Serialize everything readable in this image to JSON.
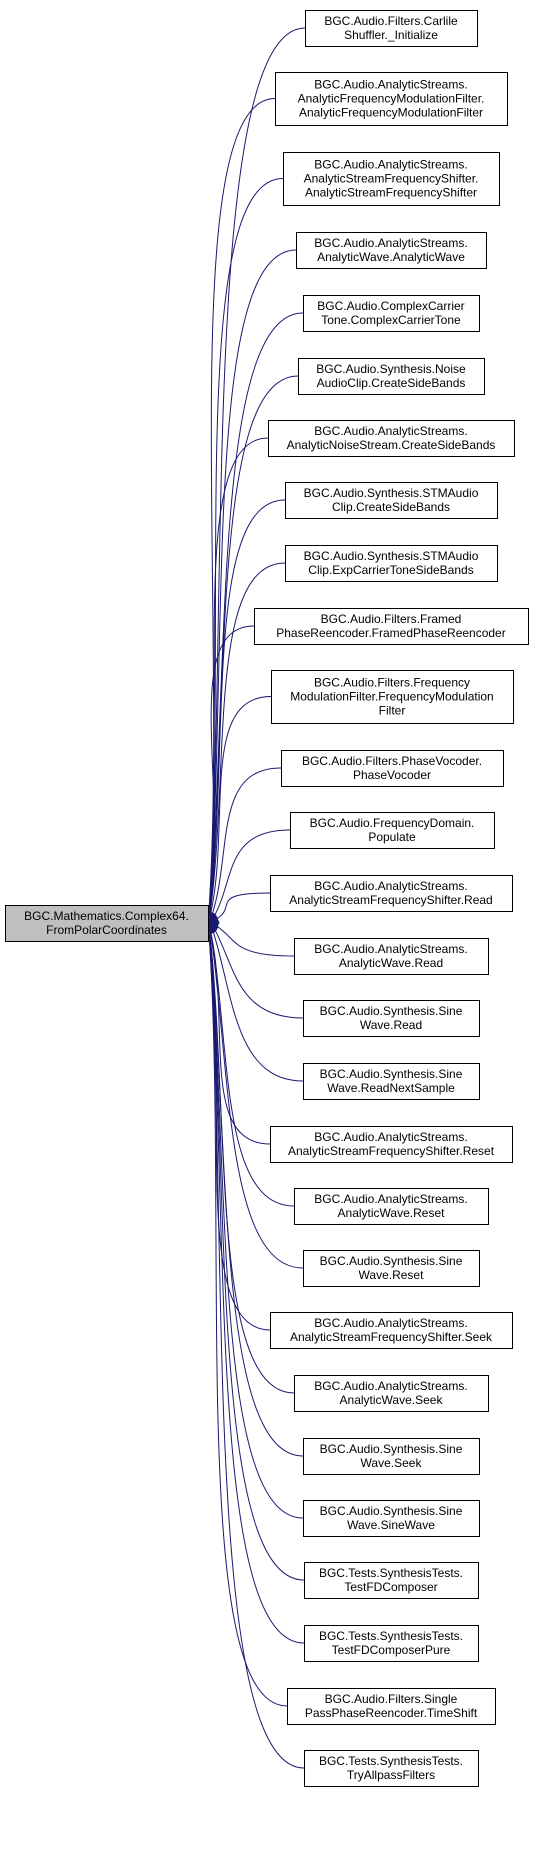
{
  "target": {
    "name": "target-node",
    "lines": [
      "BGC.Mathematics.Complex64.",
      "FromPolarCoordinates"
    ]
  },
  "callers": [
    {
      "name": "caller-carlile-shuffler-initialize",
      "lines": [
        "BGC.Audio.Filters.Carlile",
        "Shuffler._Initialize"
      ]
    },
    {
      "name": "caller-analytic-frequency-modulation-filter",
      "lines": [
        "BGC.Audio.AnalyticStreams.",
        "AnalyticFrequencyModulationFilter.",
        "AnalyticFrequencyModulationFilter"
      ]
    },
    {
      "name": "caller-analytic-stream-frequency-shifter-ctor",
      "lines": [
        "BGC.Audio.AnalyticStreams.",
        "AnalyticStreamFrequencyShifter.",
        "AnalyticStreamFrequencyShifter"
      ]
    },
    {
      "name": "caller-analytic-wave-ctor",
      "lines": [
        "BGC.Audio.AnalyticStreams.",
        "AnalyticWave.AnalyticWave"
      ]
    },
    {
      "name": "caller-complex-carrier-tone",
      "lines": [
        "BGC.Audio.ComplexCarrier",
        "Tone.ComplexCarrierTone"
      ]
    },
    {
      "name": "caller-noise-audioclip-createsidebands",
      "lines": [
        "BGC.Audio.Synthesis.Noise",
        "AudioClip.CreateSideBands"
      ]
    },
    {
      "name": "caller-analytic-noise-stream-createsidebands",
      "lines": [
        "BGC.Audio.AnalyticStreams.",
        "AnalyticNoiseStream.CreateSideBands"
      ]
    },
    {
      "name": "caller-stm-audioclip-createsidebands",
      "lines": [
        "BGC.Audio.Synthesis.STMAudio",
        "Clip.CreateSideBands"
      ]
    },
    {
      "name": "caller-stm-audioclip-expcarriertonesidebands",
      "lines": [
        "BGC.Audio.Synthesis.STMAudio",
        "Clip.ExpCarrierToneSideBands"
      ]
    },
    {
      "name": "caller-framed-phase-reencoder",
      "lines": [
        "BGC.Audio.Filters.Framed",
        "PhaseReencoder.FramedPhaseReencoder"
      ]
    },
    {
      "name": "caller-frequency-modulation-filter",
      "lines": [
        "BGC.Audio.Filters.Frequency",
        "ModulationFilter.FrequencyModulation",
        "Filter"
      ]
    },
    {
      "name": "caller-phase-vocoder",
      "lines": [
        "BGC.Audio.Filters.PhaseVocoder.",
        "PhaseVocoder"
      ]
    },
    {
      "name": "caller-frequency-domain-populate",
      "lines": [
        "BGC.Audio.FrequencyDomain.",
        "Populate"
      ]
    },
    {
      "name": "caller-analytic-stream-frequency-shifter-read",
      "lines": [
        "BGC.Audio.AnalyticStreams.",
        "AnalyticStreamFrequencyShifter.Read"
      ]
    },
    {
      "name": "caller-analytic-wave-read",
      "lines": [
        "BGC.Audio.AnalyticStreams.",
        "AnalyticWave.Read"
      ]
    },
    {
      "name": "caller-sine-wave-read",
      "lines": [
        "BGC.Audio.Synthesis.Sine",
        "Wave.Read"
      ]
    },
    {
      "name": "caller-sine-wave-readnextsample",
      "lines": [
        "BGC.Audio.Synthesis.Sine",
        "Wave.ReadNextSample"
      ]
    },
    {
      "name": "caller-analytic-stream-frequency-shifter-reset",
      "lines": [
        "BGC.Audio.AnalyticStreams.",
        "AnalyticStreamFrequencyShifter.Reset"
      ]
    },
    {
      "name": "caller-analytic-wave-reset",
      "lines": [
        "BGC.Audio.AnalyticStreams.",
        "AnalyticWave.Reset"
      ]
    },
    {
      "name": "caller-sine-wave-reset",
      "lines": [
        "BGC.Audio.Synthesis.Sine",
        "Wave.Reset"
      ]
    },
    {
      "name": "caller-analytic-stream-frequency-shifter-seek",
      "lines": [
        "BGC.Audio.AnalyticStreams.",
        "AnalyticStreamFrequencyShifter.Seek"
      ]
    },
    {
      "name": "caller-analytic-wave-seek",
      "lines": [
        "BGC.Audio.AnalyticStreams.",
        "AnalyticWave.Seek"
      ]
    },
    {
      "name": "caller-sine-wave-seek",
      "lines": [
        "BGC.Audio.Synthesis.Sine",
        "Wave.Seek"
      ]
    },
    {
      "name": "caller-sine-wave-sinewave",
      "lines": [
        "BGC.Audio.Synthesis.Sine",
        "Wave.SineWave"
      ]
    },
    {
      "name": "caller-test-fd-composer",
      "lines": [
        "BGC.Tests.SynthesisTests.",
        "TestFDComposer"
      ]
    },
    {
      "name": "caller-test-fd-composer-pure",
      "lines": [
        "BGC.Tests.SynthesisTests.",
        "TestFDComposerPure"
      ]
    },
    {
      "name": "caller-single-pass-phase-reencoder-timeshift",
      "lines": [
        "BGC.Audio.Filters.Single",
        "PassPhaseReencoder.TimeShift"
      ]
    },
    {
      "name": "caller-try-allpass-filters",
      "lines": [
        "BGC.Tests.SynthesisTests.",
        "TryAllpassFilters"
      ]
    }
  ],
  "colors": {
    "edge": "#191970",
    "target_fill": "#bfbfbf",
    "node_fill": "#ffffff",
    "border": "#000000"
  }
}
